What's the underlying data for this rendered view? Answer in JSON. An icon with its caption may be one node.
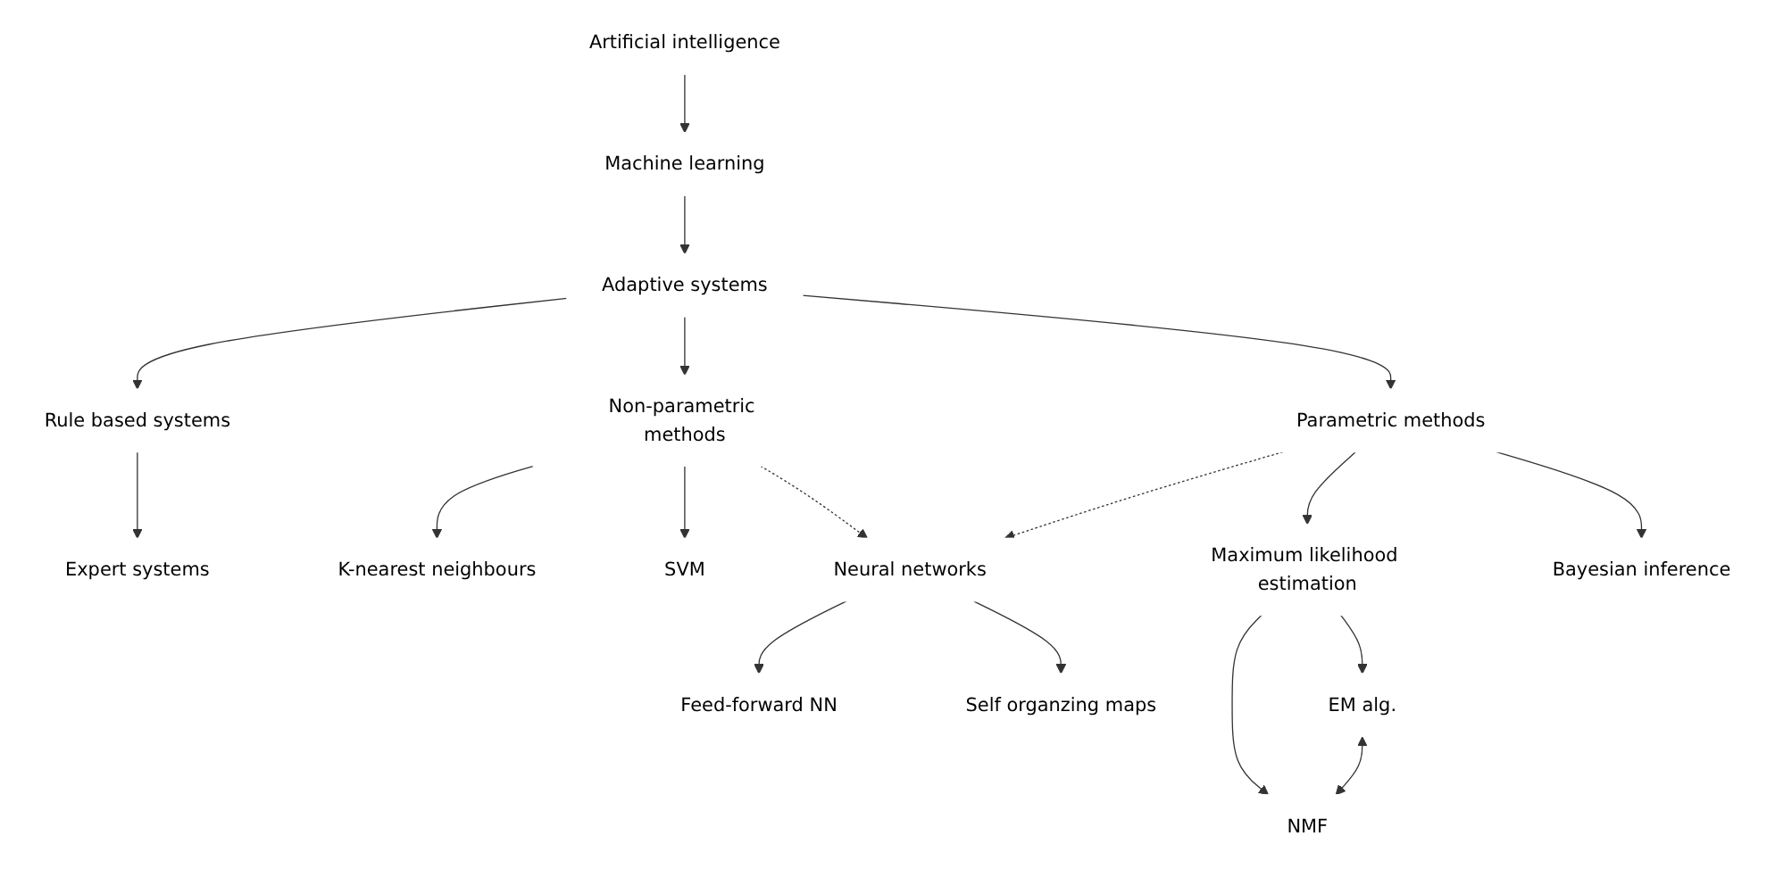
{
  "diagram": {
    "nodes": [
      {
        "text": [
          "Artificial intelligence"
        ]
      },
      {
        "text": [
          "Machine learning"
        ]
      },
      {
        "text": [
          "Adaptive systems"
        ]
      },
      {
        "text": [
          "Rule based systems"
        ]
      },
      {
        "text": [
          "Non-parametric methods"
        ]
      },
      {
        "text": [
          "Parametric methods"
        ]
      },
      {
        "text": [
          "Expert systems"
        ]
      },
      {
        "text": [
          "K-nearest neighbours"
        ]
      },
      {
        "text": [
          "SVM"
        ]
      },
      {
        "text": [
          "Neural networks"
        ]
      },
      {
        "text": [
          "Maximum likelihood estimation"
        ]
      },
      {
        "text": [
          "Bayesian inference"
        ]
      },
      {
        "text": [
          "Feed-forward NN"
        ]
      },
      {
        "text": [
          "Self organzing maps"
        ]
      },
      {
        "text": [
          "EM alg."
        ]
      },
      {
        "text": [
          "NMF"
        ]
      }
    ],
    "edges": [
      {
        "from": 0,
        "to": 1,
        "arrow": "to"
      },
      {
        "from": 1,
        "to": 2,
        "arrow": "to"
      },
      {
        "from": 2,
        "to": 3,
        "arrow": "to"
      },
      {
        "from": 2,
        "to": 4,
        "arrow": "to"
      },
      {
        "from": 2,
        "to": 5,
        "arrow": "to"
      },
      {
        "from": 3,
        "to": 6,
        "arrow": "to"
      },
      {
        "from": 4,
        "to": 7,
        "arrow": "to"
      },
      {
        "from": 4,
        "to": 8,
        "arrow": "to"
      },
      {
        "from": 4,
        "to": 9,
        "arrow": "to",
        "style": "dashed"
      },
      {
        "from": 5,
        "to": 9,
        "arrow": "to",
        "style": "dashed"
      },
      {
        "from": 5,
        "to": 10,
        "arrow": "to"
      },
      {
        "from": 5,
        "to": 11,
        "arrow": "to"
      },
      {
        "from": 9,
        "to": 12,
        "arrow": "to"
      },
      {
        "from": 9,
        "to": 13,
        "arrow": "to"
      },
      {
        "from": 10,
        "to": 14,
        "arrow": "to"
      },
      {
        "from": 10,
        "to": 15,
        "arrow": "to"
      },
      {
        "from": 14,
        "to": 15,
        "arrow": "both"
      }
    ]
  }
}
